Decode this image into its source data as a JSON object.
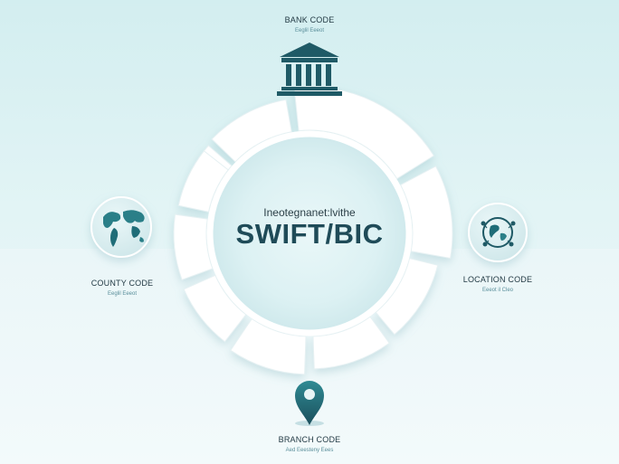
{
  "center": {
    "subtitle": "Ineotegnanet:lvithe",
    "title": "SWIFT/BIC"
  },
  "labels": {
    "bank": {
      "title": "BANK CODE",
      "sub": "Eeglil Eeeot"
    },
    "country": {
      "title": "COUNTY CODE",
      "sub": "Eeglil Eeeot"
    },
    "location": {
      "title": "LOCATION CODE",
      "sub": "Eeeot il Cleo"
    },
    "branch": {
      "title": "BRANCH CODE",
      "sub": "Aed Eeesteny Eees"
    }
  },
  "icons": {
    "bank": "bank-building-icon",
    "country": "globe-americas-icon",
    "location": "globe-network-icon",
    "branch": "map-pin-icon"
  },
  "colors": {
    "accent": "#1f5a66",
    "teal": "#2f8b94",
    "ring": "#ffffff",
    "background": "#dff2f4"
  }
}
